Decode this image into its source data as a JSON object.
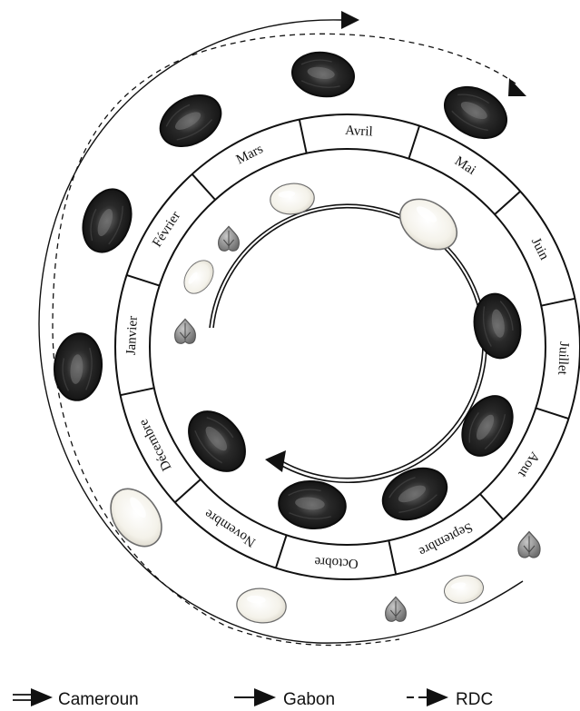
{
  "months": [
    "Janvier",
    "Février",
    "Mars",
    "Avril",
    "Mai",
    "Juin",
    "Juillet",
    "Aout",
    "Septembre",
    "Octobre",
    "Novembre",
    "Décembre"
  ],
  "legend": [
    {
      "label": "Cameroun",
      "arrow_style": "double-line"
    },
    {
      "label": "Gabon",
      "arrow_style": "solid-line"
    },
    {
      "label": "RDC",
      "arrow_style": "dashed-line"
    }
  ],
  "icons": {
    "dark_seed": "dark-mature-seed-icon",
    "pale_seed": "pale-immature-seed-icon",
    "flower": "flower-bud-icon"
  },
  "colors": {
    "dark_seed": "#1c1c1c",
    "pale_seed": "#f7f5ee",
    "flower": "#8c8c8c",
    "line": "#111111"
  }
}
